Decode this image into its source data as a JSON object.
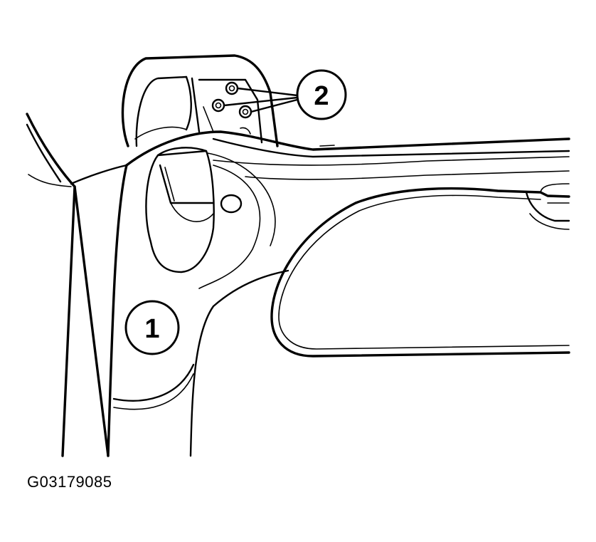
{
  "diagram": {
    "callouts": [
      {
        "id": "1",
        "label": "1"
      },
      {
        "id": "2",
        "label": "2"
      }
    ],
    "figure_id": "G03179085"
  }
}
